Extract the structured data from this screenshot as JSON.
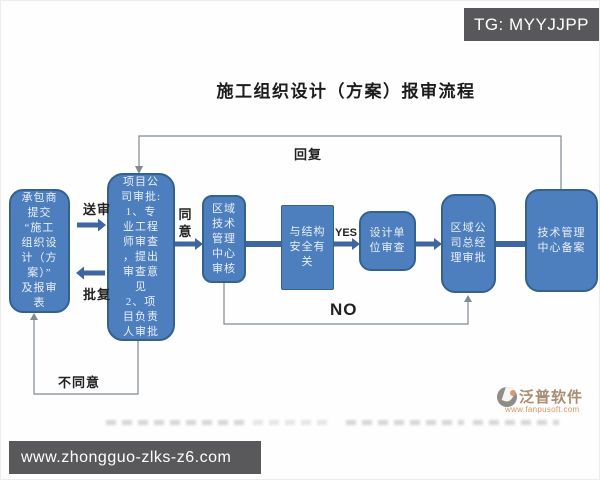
{
  "page": {
    "tg_badge": "TG: MYYJJPP",
    "title": "施工组织设计（方案）报审流程",
    "bottom_bar_url": "www.zhongguo-zlks-z6.com"
  },
  "watermark": {
    "name": "泛普软件",
    "url": "www.fanpusoft.com"
  },
  "flowchart": {
    "nodes": [
      {
        "id": "contractor",
        "label": "承包商\n提交\n“施工\n组织设\n计（方\n案）”\n及报审\n表"
      },
      {
        "id": "project-company-approval",
        "label": "项目公\n司审批:\n1、专\n业工程\n师审查\n，提出\n审查意\n见\n2、项\n目负责\n人审批"
      },
      {
        "id": "regional-tech-center-review",
        "label": "区域\n技术\n管理\n中心\n审核"
      },
      {
        "id": "structural-safety-decision",
        "label": "与结构\n安全有\n关"
      },
      {
        "id": "design-unit-review",
        "label": "设计单\n位审查"
      },
      {
        "id": "regional-gm-approval",
        "label": "区域公\n司总经\n理审批"
      },
      {
        "id": "tech-center-filing",
        "label": "技术管理\n中心备案"
      }
    ],
    "edge_labels": {
      "songshen": "送审",
      "pifu": "批复",
      "tongyi": "同\n意",
      "huifu": "回复",
      "butongyi": "不同意",
      "yes": "YES",
      "no": "NO"
    }
  },
  "colors": {
    "node_fill": "#4d7ebd",
    "node_border": "#35618f",
    "thick_arrow": "#3f66a0",
    "thin_line": "#7f8a94",
    "badge_bg": "#58585a",
    "node_text": "#eaf0f9"
  }
}
